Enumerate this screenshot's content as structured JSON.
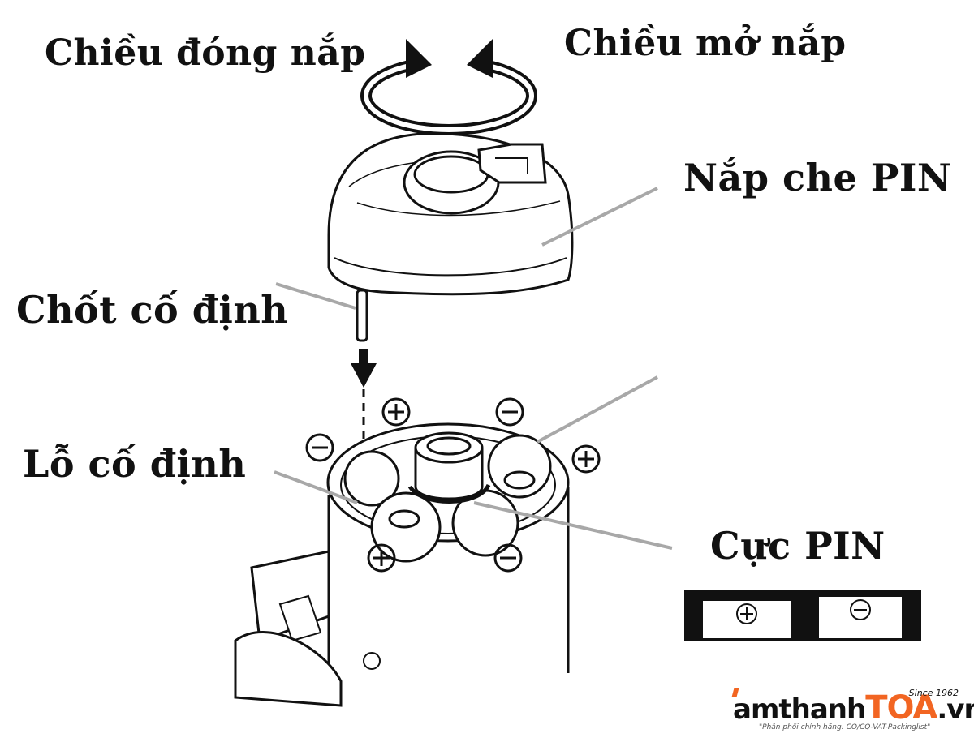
{
  "labels": {
    "close_direction": "Chiều đóng nắp",
    "open_direction": "Chiều mở nắp",
    "battery_cover": "Nắp che PIN",
    "fixing_pin": "Chốt cố định",
    "fixing_hole": "Lỗ cố định",
    "battery_poles": "Cực PIN"
  },
  "polarity_symbols": {
    "plus": "+",
    "minus": "−"
  },
  "logo": {
    "prefix": "amthanh",
    "brand": "TOA",
    "suffix": ".vn",
    "since": "Since 1962",
    "tagline": "\"Phân phối chính hãng: CO/CQ-VAT-Packinglist\"",
    "accent_color": "#f26522"
  }
}
